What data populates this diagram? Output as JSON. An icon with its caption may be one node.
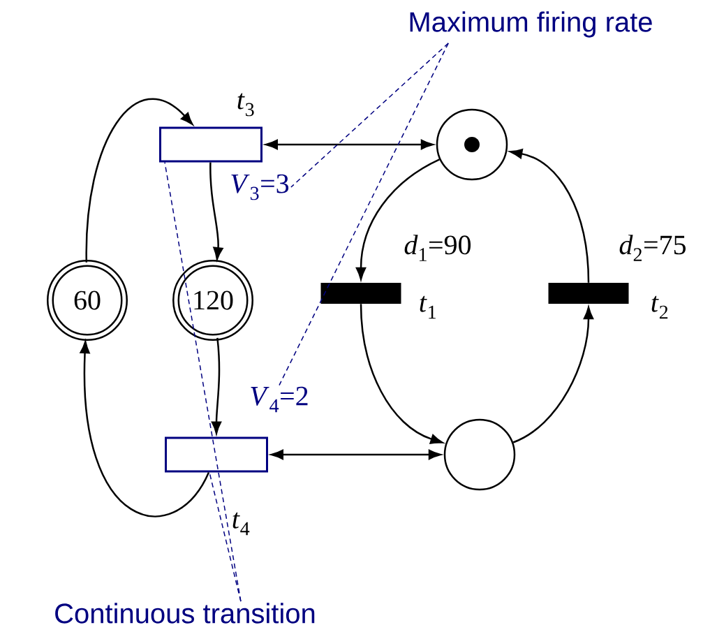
{
  "diagram": {
    "nodes": [
      {
        "text": [
          "Maximum firing rate"
        ]
      },
      {
        "text": [],
        "shape": "box",
        "beside": [
          "*t*$_{3}$"
        ]
      },
      {
        "text": [],
        "shape": "circle"
      },
      {
        "text": [
          "*V*$_{3}$=3"
        ]
      },
      {
        "text": [
          "60"
        ]
      },
      {
        "text": [
          "120"
        ]
      },
      {
        "text": [],
        "shape": "bar",
        "beside": [
          "*d*$_{1}$=90",
          "*t*$_{1}$"
        ]
      },
      {
        "text": [],
        "shape": "bar",
        "beside": [
          "*d*$_{2}$=75",
          "*t*$_{2}$"
        ]
      },
      {
        "text": [
          "*V*$_{4}$=2"
        ]
      },
      {
        "text": [],
        "shape": "box",
        "beside": [
          "*t*$_{4}$"
        ]
      },
      {
        "text": [],
        "shape": "circle"
      },
      {
        "text": [
          "Continuous transition"
        ]
      }
    ],
    "edges": [
      {
        "from": 1,
        "to": 2,
        "arrow": "both"
      },
      {
        "from": 4,
        "to": 1,
        "arrow": "to"
      },
      {
        "from": 1,
        "to": 5,
        "arrow": "to"
      },
      {
        "from": 5,
        "to": 9,
        "arrow": "to"
      },
      {
        "from": 9,
        "to": 4,
        "arrow": "to"
      },
      {
        "from": 9,
        "to": 10,
        "arrow": "both"
      },
      {
        "from": 2,
        "to": 6,
        "arrow": "to"
      },
      {
        "from": 6,
        "to": 10,
        "arrow": "to"
      },
      {
        "from": 10,
        "to": 7,
        "arrow": "to"
      },
      {
        "from": 7,
        "to": 2,
        "arrow": "to"
      },
      {
        "from": 0,
        "to": 3,
        "arrow": "none",
        "style": "dashed",
        "color": "#000080"
      },
      {
        "from": 0,
        "to": 8,
        "arrow": "none",
        "style": "dashed",
        "color": "#000080"
      },
      {
        "from": 11,
        "to": 1,
        "arrow": "none",
        "style": "dashed",
        "color": "#000080"
      },
      {
        "from": 11,
        "to": 9,
        "arrow": "none",
        "style": "dashed",
        "color": "#000080"
      }
    ]
  }
}
